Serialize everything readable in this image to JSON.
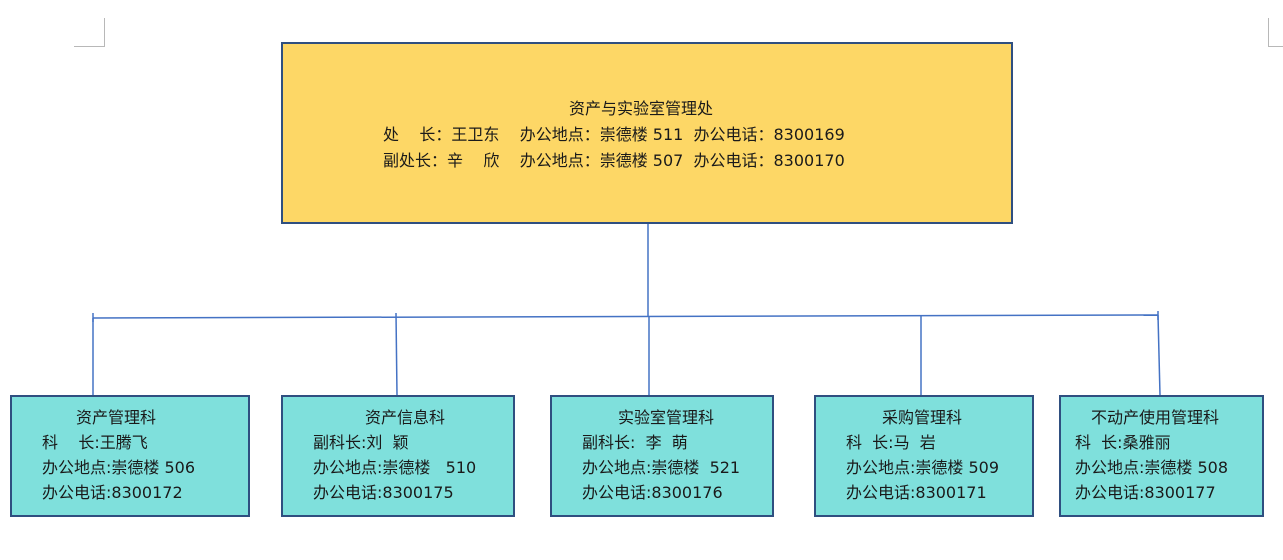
{
  "office": {
    "title": "资产与实验室管理处",
    "lines": [
      "处    长：王卫东    办公地点：崇德楼 511  办公电话：8300169",
      "副处长：辛    欣    办公地点：崇德楼 507  办公电话：8300170"
    ]
  },
  "departments": [
    {
      "title": "资产管理科",
      "lines": [
        "科    长:王腾飞",
        "办公地点:崇德楼 506",
        "办公电话:8300172"
      ]
    },
    {
      "title": "资产信息科",
      "lines": [
        "副科长:刘  颖",
        "办公地点:崇德楼   510",
        "办公电话:8300175"
      ]
    },
    {
      "title": "实验室管理科",
      "lines": [
        "副科长:  李  萌",
        "办公地点:崇德楼  521",
        "办公电话:8300176"
      ]
    },
    {
      "title": "采购管理科",
      "lines": [
        "科  长:马  岩",
        "办公地点:崇德楼 509",
        "办公电话:8300171"
      ]
    },
    {
      "title": "不动产使用管理科",
      "lines": [
        "科  长:桑雅丽",
        "办公地点:崇德楼 508",
        "办公电话:8300177"
      ]
    }
  ],
  "colors": {
    "office_fill": "#fdd766",
    "department_fill": "#7fe0dc",
    "box_border": "#2f4f80",
    "connector": "#4472c4"
  }
}
